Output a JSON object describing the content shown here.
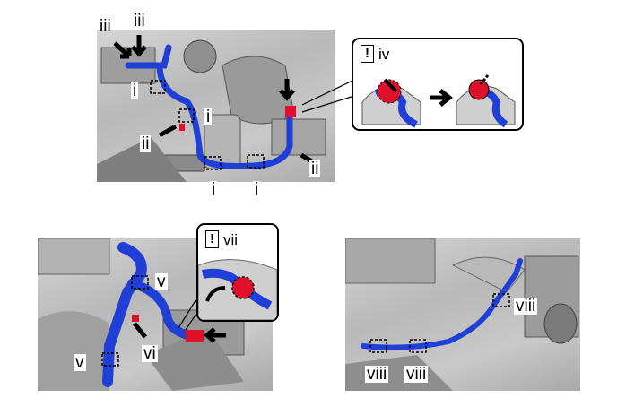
{
  "labels": {
    "i": "i",
    "ii": "ii",
    "iii": "iii",
    "iv": "iv",
    "v": "v",
    "vi": "vi",
    "vii": "vii",
    "viii": "viii"
  },
  "callouts": {
    "top_caution_symbol": "!",
    "top_step": "iv",
    "left_caution_symbol": "!",
    "left_step": "vii"
  },
  "colors": {
    "hose": "#1f3fd6",
    "clamp": "#e0102a",
    "engine_bg": "#c4c4c4",
    "arrow": "#000000"
  }
}
